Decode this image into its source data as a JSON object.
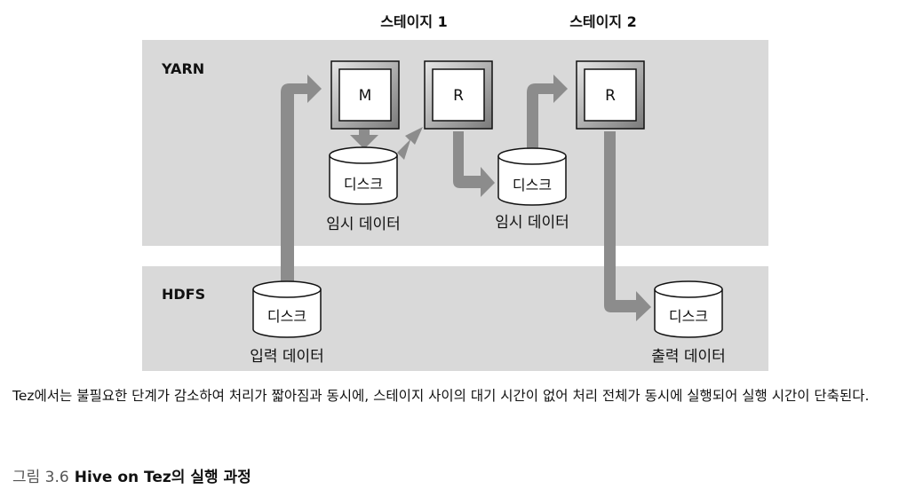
{
  "stages": [
    "스테이지 1",
    "스테이지 2"
  ],
  "layers": {
    "yarn": "YARN",
    "hdfs": "HDFS"
  },
  "tasks": {
    "map": "M",
    "reduce_1": "R",
    "reduce_2": "R"
  },
  "disks": {
    "label": "디스크",
    "temp_1": "임시 데이터",
    "temp_2": "임시 데이터",
    "input": "입력 데이터",
    "output": "출력 데이터"
  },
  "description": "Tez에서는 불필요한 단계가 감소하여 처리가 짧아짐과 동시에, 스테이지 사이의 대기 시간이 없어 처리 전체가 동시에 실행되어 실행 시간이 단축된다.",
  "caption": {
    "number": "그림 3.6",
    "title": "Hive on Tez의 실행 과정"
  },
  "colors": {
    "panel": "#d9d9d9",
    "arrow": "#8c8c8c",
    "box_border": "#111111"
  }
}
